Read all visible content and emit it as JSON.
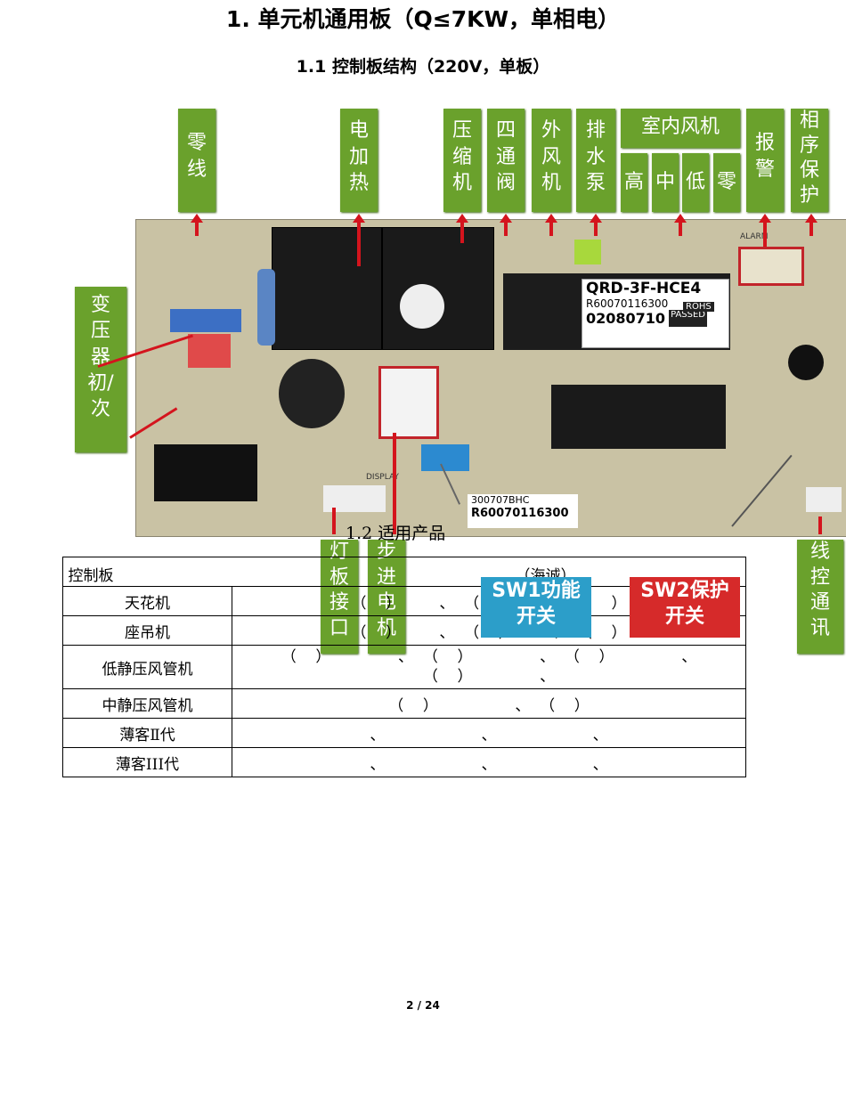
{
  "heading1": "1. 单元机通用板（Q≤7KW，单相电）",
  "heading2": "1.1  控制板结构（220V，单板）",
  "heading3": "1.2    适用产品",
  "board_labels": {
    "neutral": "零\n线",
    "electric_heat": "电\n加\n热",
    "compressor": "压\n缩\n机",
    "four_way_valve": "四\n通\n阀",
    "outdoor_fan": "外\n风\n机",
    "drain_pump": "排\n水\n泵",
    "indoor_fan": "室内风机",
    "fan_high": "高",
    "fan_mid": "中",
    "fan_low": "低",
    "fan_zero": "零",
    "alarm": "报\n警",
    "phase_protect": "相\n序\n保\n护",
    "transformer": "变\n压\n器\n初/\n次",
    "lamp_board": "灯\n板\n接\n口",
    "stepper_motor": "步\n进\n电\n机",
    "wire_control": "线\n控\n通\n讯",
    "sw1": "SW1功能\n开关",
    "sw2": "SW2保护\n开关"
  },
  "board_prints": {
    "model": "QRD-3F-HCE4",
    "code1": "R60070116300",
    "code2": "02080710",
    "rohs": "ROHS",
    "passed": "PASSED",
    "bottom_code": "300707BHC",
    "bottom_code2": "R60070116300",
    "alarm_silk": "ALARM",
    "display_silk": "DISPLAY"
  },
  "table": {
    "header_left": "控制板",
    "header_right": "（海诚）",
    "rows": [
      {
        "name": "天花机",
        "text": "（    ）        、  （    ）        、  （    ）"
      },
      {
        "name": "座吊机",
        "text": "（    ）        、  （    ）        、  （    ）"
      },
      {
        "name": "低静压风管机",
        "text": "（    ）              、  （    ）              、  （    ）              、\n（    ）              、"
      },
      {
        "name": "中静压风管机",
        "text": "（    ）                、  （    ）"
      },
      {
        "name": "薄客Ⅱ代",
        "text": "、                    、                    、"
      },
      {
        "name": "薄客III代",
        "text": "、                    、                    、"
      }
    ]
  },
  "footer": "2 / 24",
  "colors": {
    "tag_green": "#6aa12c",
    "arrow_red": "#d4141d",
    "sw1_blue": "#2c9ec9",
    "sw2_red": "#d62a2a"
  }
}
